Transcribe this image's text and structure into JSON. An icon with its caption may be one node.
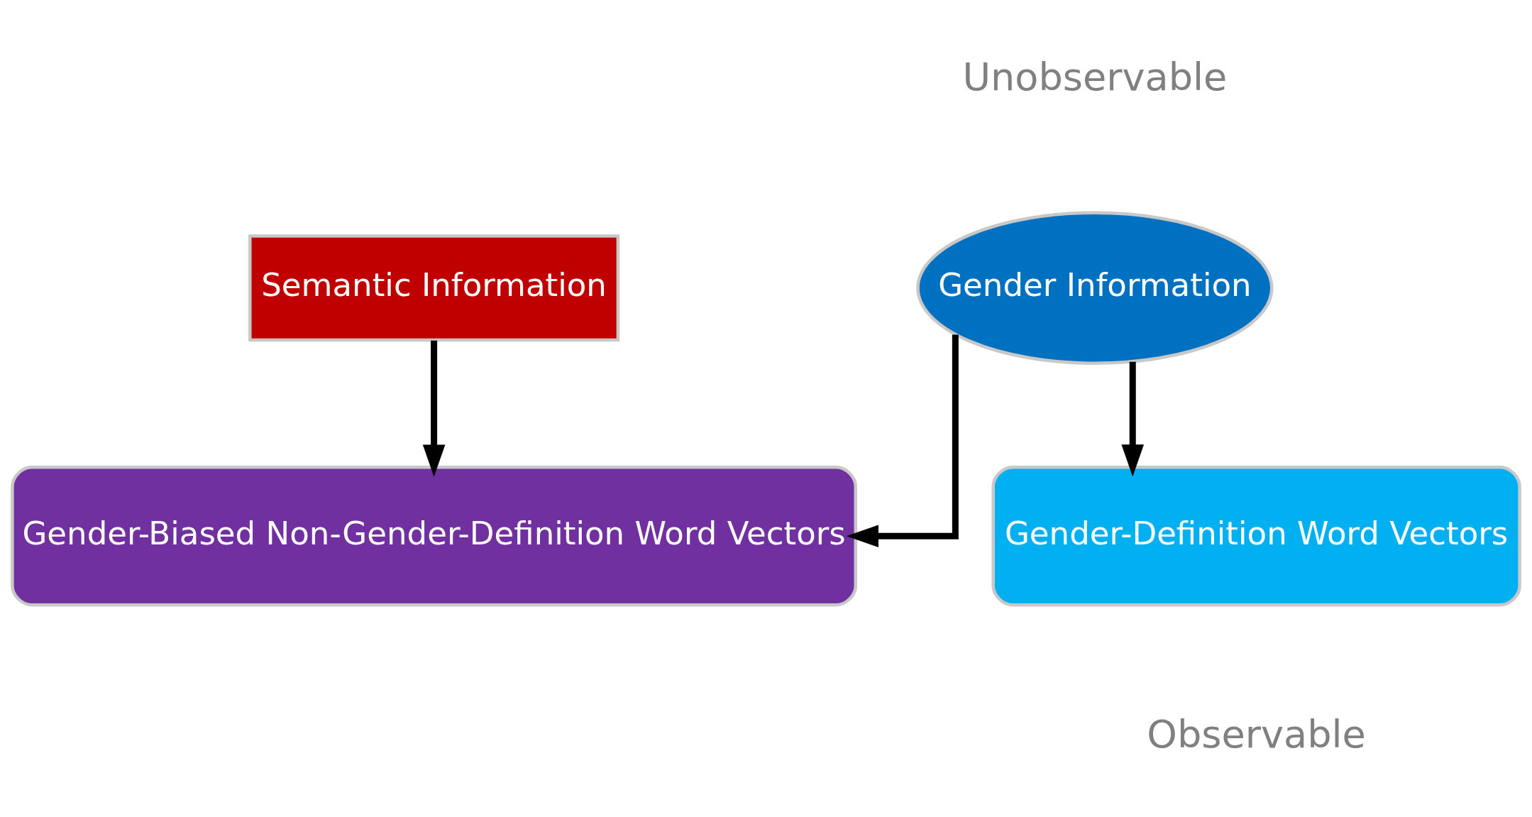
{
  "diagram": {
    "nodes": [
      {
        "text": [
          "Semantic Information"
        ]
      },
      {
        "text": [
          "Gender Information"
        ]
      },
      {
        "text": [
          "Gender-Biased Non-Gender-Definition Word Vectors"
        ]
      },
      {
        "text": [
          "Gender-Definition Word Vectors"
        ]
      }
    ],
    "edges": [
      {
        "from": 0,
        "to": 2,
        "arrow": "to"
      },
      {
        "from": 1,
        "to": 2,
        "arrow": "to"
      },
      {
        "from": 1,
        "to": 3,
        "arrow": "to"
      }
    ],
    "labels": [
      "Unobservable",
      "Observable"
    ]
  }
}
